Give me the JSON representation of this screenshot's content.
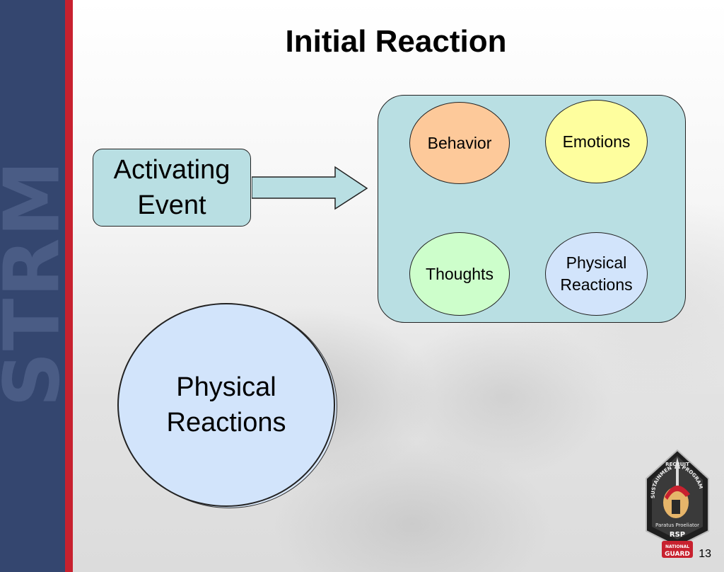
{
  "slide": {
    "title": "Initial Reaction",
    "side_label": "STRM",
    "page_number": "13"
  },
  "activating_event": {
    "label_line1": "Activating",
    "label_line2": "Event",
    "color": "#b9dfe3"
  },
  "group": {
    "color": "#b9dfe3",
    "ovals": [
      {
        "line1": "Behavior",
        "line2": "",
        "color": "#fdc99a"
      },
      {
        "line1": "Emotions",
        "line2": "",
        "color": "#fefe9e"
      },
      {
        "line1": "Thoughts",
        "line2": "",
        "color": "#cdfecb"
      },
      {
        "line1": "Physical",
        "line2": "Reactions",
        "color": "#d2e4fb"
      }
    ]
  },
  "focus": {
    "line1": "Physical",
    "line2": "Reactions",
    "color": "#d2e4fb"
  },
  "badge": {
    "text_top_left": "SUSTAINMENT",
    "text_top_mid": "RECRUIT",
    "text_top_right": "PROGRAM",
    "motto": "Paratus Proeliator",
    "abbr": "RSP",
    "org_line1": "NATIONAL",
    "org_line2": "GUARD"
  },
  "colors": {
    "side_band": "#34466f",
    "side_stripe": "#c8212f"
  }
}
